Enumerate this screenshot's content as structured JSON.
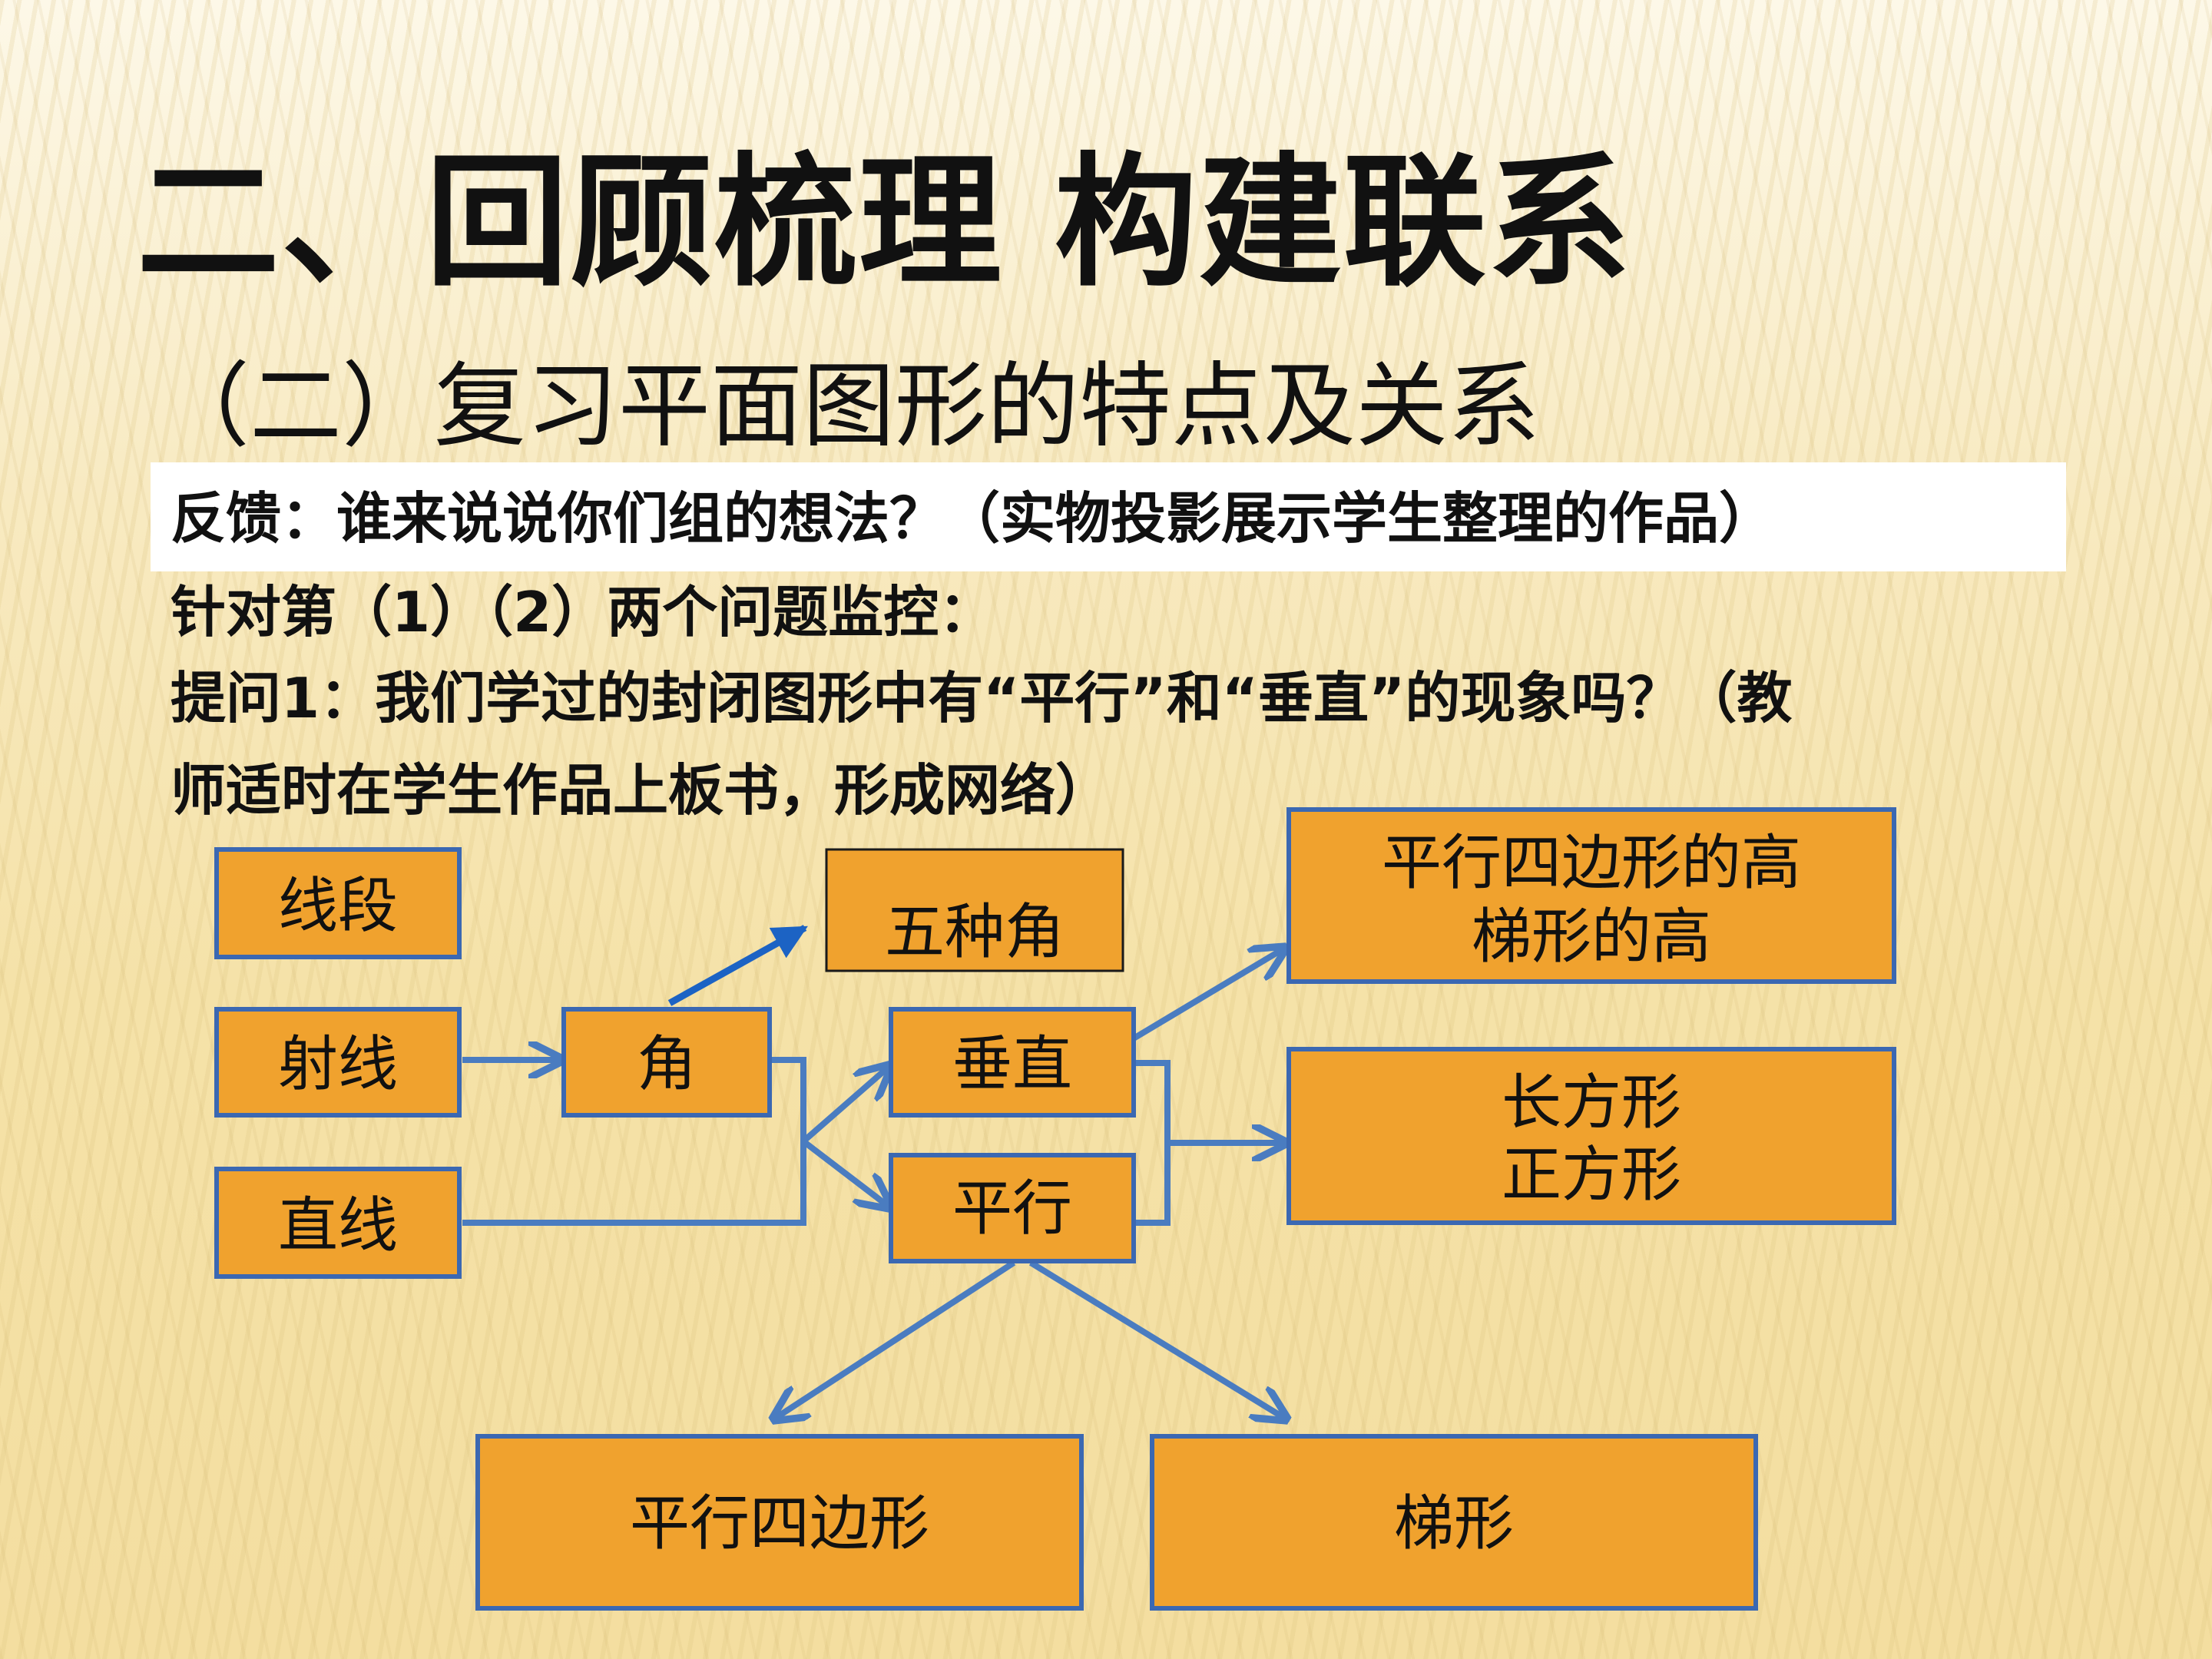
{
  "title": "二、回顾梳理  构建联系",
  "subtitle": "（二）复习平面图形的特点及关系",
  "lines": {
    "feedback": "反馈：谁来说说你们组的想法？（实物投影展示学生整理的作品）",
    "monitor": "针对第（1）（2）两个问题监控：",
    "question1": "提问1：我们学过的封闭图形中有“平行”和“垂直”的现象吗？（教",
    "question1_cont": "师适时在学生作品上板书，形成网络）"
  },
  "diagram": {
    "nodes": {
      "segment": "线段",
      "ray": "射线",
      "line": "直线",
      "angle": "角",
      "five_angles": "五种角",
      "perpendicular": "垂直",
      "parallel": "平行",
      "heights_1": "平行四边形的高",
      "heights_2": "梯形的高",
      "rect_1": "长方形",
      "rect_2": "正方形",
      "parallelogram": "平行四边形",
      "trapezoid": "梯形"
    }
  },
  "colors": {
    "node_fill": "#f0a22e",
    "node_border": "#3b68b2",
    "arrow": "#4a7cc0",
    "arrow_dark": "#1c63c4"
  }
}
